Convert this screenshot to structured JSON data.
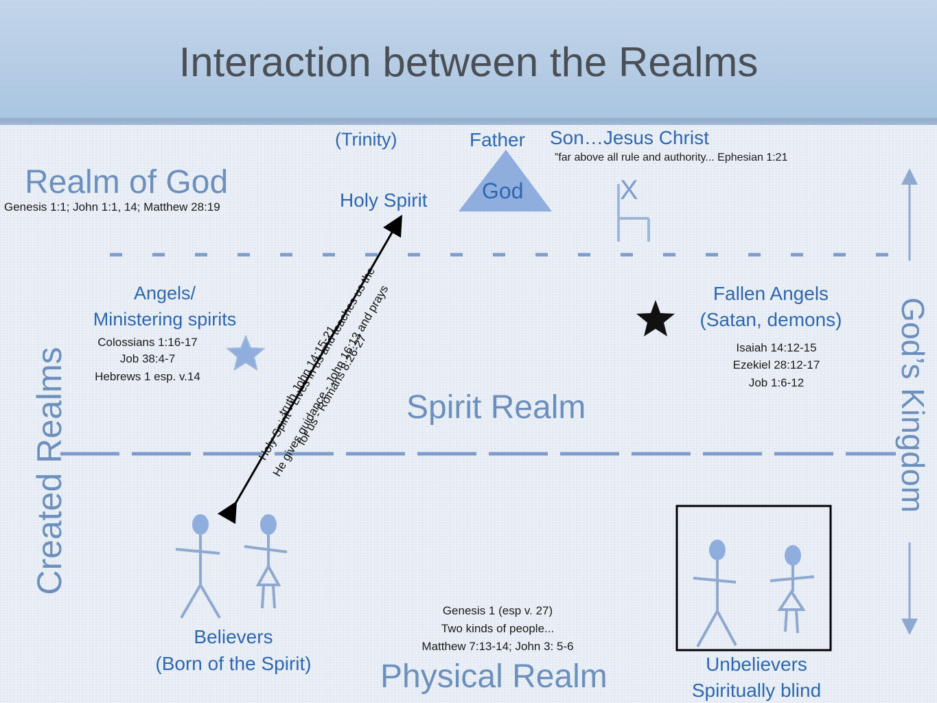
{
  "title": "Interaction between the Realms",
  "realm_of_god": {
    "label": "Realm of God",
    "refs": "Genesis 1:1; John 1:1, 14; Matthew 28:19"
  },
  "trinity": {
    "trinity_label": "(Trinity)",
    "father": "Father",
    "god": "God",
    "holy_spirit": "Holy Spirit",
    "son": "Son…Jesus Christ",
    "son_quote": "”far above all rule and authority... Ephesian 1:21",
    "throne_mark": "X"
  },
  "angels": {
    "title_line1": "Angels/",
    "title_line2": "Ministering spirits",
    "refs": [
      "Colossians 1:16-17",
      "Job 38:4-7",
      "Hebrews 1 esp. v.14"
    ],
    "star_color": "#8faede"
  },
  "fallen_angels": {
    "title_line1": "Fallen Angels",
    "title_line2": "(Satan, demons)",
    "refs": [
      "Isaiah 14:12-15",
      "Ezekiel 28:12-17",
      "Job 1:6-12"
    ],
    "star_color": "#111111"
  },
  "spirit_realm": "Spirit Realm",
  "holy_spirit_arrow": {
    "line1": "Holy Spirit -  Lives in us and teaches us the",
    "line2": "truth John 14:15-21",
    "line3": "He gives guidance - John 16:13 and prays",
    "line4": "for us - Romans 8:26-27"
  },
  "believers": {
    "line1": "Believers",
    "line2": "(Born of the Spirit)"
  },
  "people_refs": [
    "Genesis 1 (esp v. 27)",
    "Two kinds of people...",
    "Matthew 7:13-14; John 3: 5-6"
  ],
  "physical_realm": "Physical Realm",
  "unbelievers": {
    "line1": "Unbelievers",
    "line2": "Spiritually blind"
  },
  "created_realms": "Created Realms",
  "gods_kingdom": "God’s Kingdom",
  "colors": {
    "accent_blue": "#2f66b0",
    "light_blue_label": "#6c8fbd",
    "figure_fill": "#8faede",
    "figure_stroke": "#8fa8d0"
  }
}
